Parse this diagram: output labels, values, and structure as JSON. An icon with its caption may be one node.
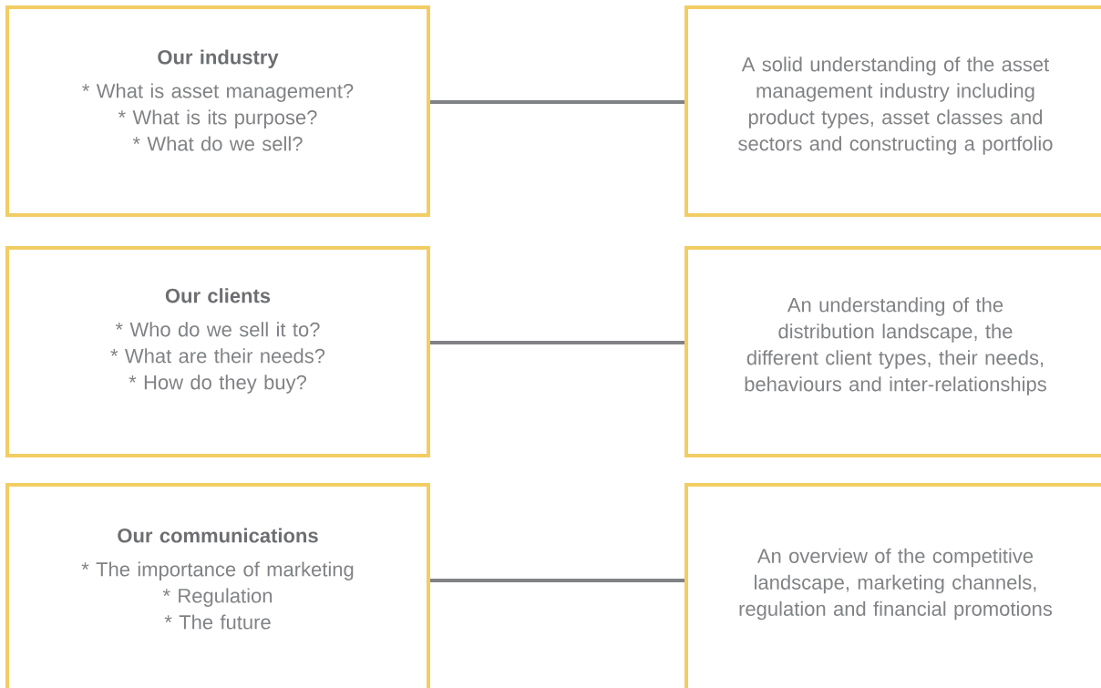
{
  "diagram": {
    "nodes": [
      {
        "text": [
          "Our industry",
          "* What is asset management?",
          "* What is its purpose?",
          "* What do we sell?"
        ]
      },
      {
        "text": [
          "A solid understanding of the asset management industry including product types, asset classes and sectors and constructing a portfolio"
        ]
      },
      {
        "text": [
          "Our clients",
          "* Who do we sell it to?",
          "* What are their needs?",
          "* How do they buy?"
        ]
      },
      {
        "text": [
          "An understanding of the distribution landscape, the different client types, their needs, behaviours and inter-relationships"
        ]
      },
      {
        "text": [
          "Our communications",
          "* The importance of marketing",
          "* Regulation",
          "* The future"
        ]
      },
      {
        "text": [
          "An overview of the competitive landscape, marketing channels, regulation and financial promotions"
        ]
      }
    ],
    "edges": [
      {
        "from": 0,
        "to": 1,
        "arrow": "none"
      },
      {
        "from": 2,
        "to": 3,
        "arrow": "none"
      },
      {
        "from": 4,
        "to": 5,
        "arrow": "none"
      }
    ]
  }
}
